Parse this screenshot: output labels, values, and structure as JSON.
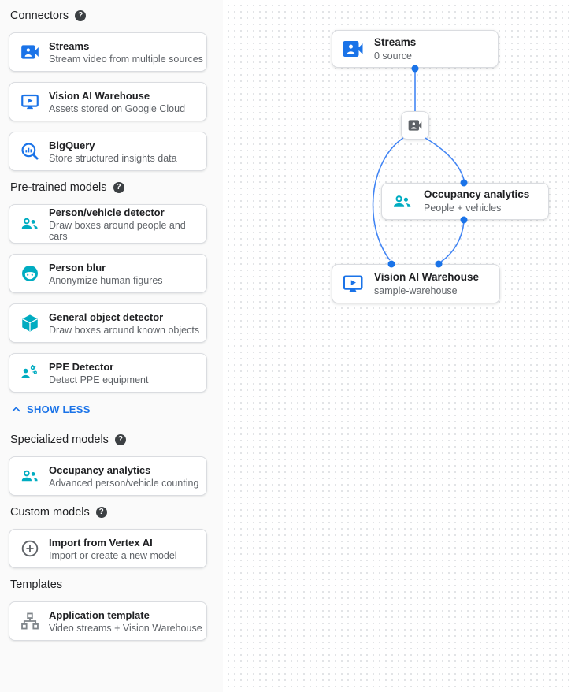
{
  "colors": {
    "icon_blue": "#1a73e8",
    "edge_blue": "#4285f4",
    "teal": "#00acc1",
    "icon_gray": "#5f6368",
    "template_gray": "#80868b"
  },
  "help_glyph": "?",
  "sidebar": {
    "section_connectors": "Connectors",
    "section_pretrained": "Pre-trained models",
    "section_specialized": "Specialized models",
    "section_custom": "Custom models",
    "section_templates": "Templates",
    "show_less": "SHOW LESS",
    "cards": {
      "streams": {
        "title": "Streams",
        "subtitle": "Stream video from multiple sources"
      },
      "warehouse": {
        "title": "Vision AI Warehouse",
        "subtitle": "Assets stored on Google Cloud"
      },
      "bigquery": {
        "title": "BigQuery",
        "subtitle": "Store structured insights data"
      },
      "person_vehicle": {
        "title": "Person/vehicle detector",
        "subtitle": "Draw boxes around people and cars"
      },
      "person_blur": {
        "title": "Person blur",
        "subtitle": "Anonymize human figures"
      },
      "object_detector": {
        "title": "General object detector",
        "subtitle": "Draw boxes around known objects"
      },
      "ppe": {
        "title": "PPE Detector",
        "subtitle": "Detect PPE equipment"
      },
      "occupancy": {
        "title": "Occupancy analytics",
        "subtitle": "Advanced person/vehicle counting"
      },
      "vertex": {
        "title": "Import from Vertex AI",
        "subtitle": "Import or create a new model"
      },
      "app_template": {
        "title": "Application template",
        "subtitle": "Video streams + Vision Warehouse"
      }
    }
  },
  "canvas": {
    "nodes": {
      "streams": {
        "title": "Streams",
        "subtitle": "0 source"
      },
      "occupancy": {
        "title": "Occupancy analytics",
        "subtitle": "People + vehicles"
      },
      "warehouse": {
        "title": "Vision AI Warehouse",
        "subtitle": "sample-warehouse"
      }
    }
  }
}
